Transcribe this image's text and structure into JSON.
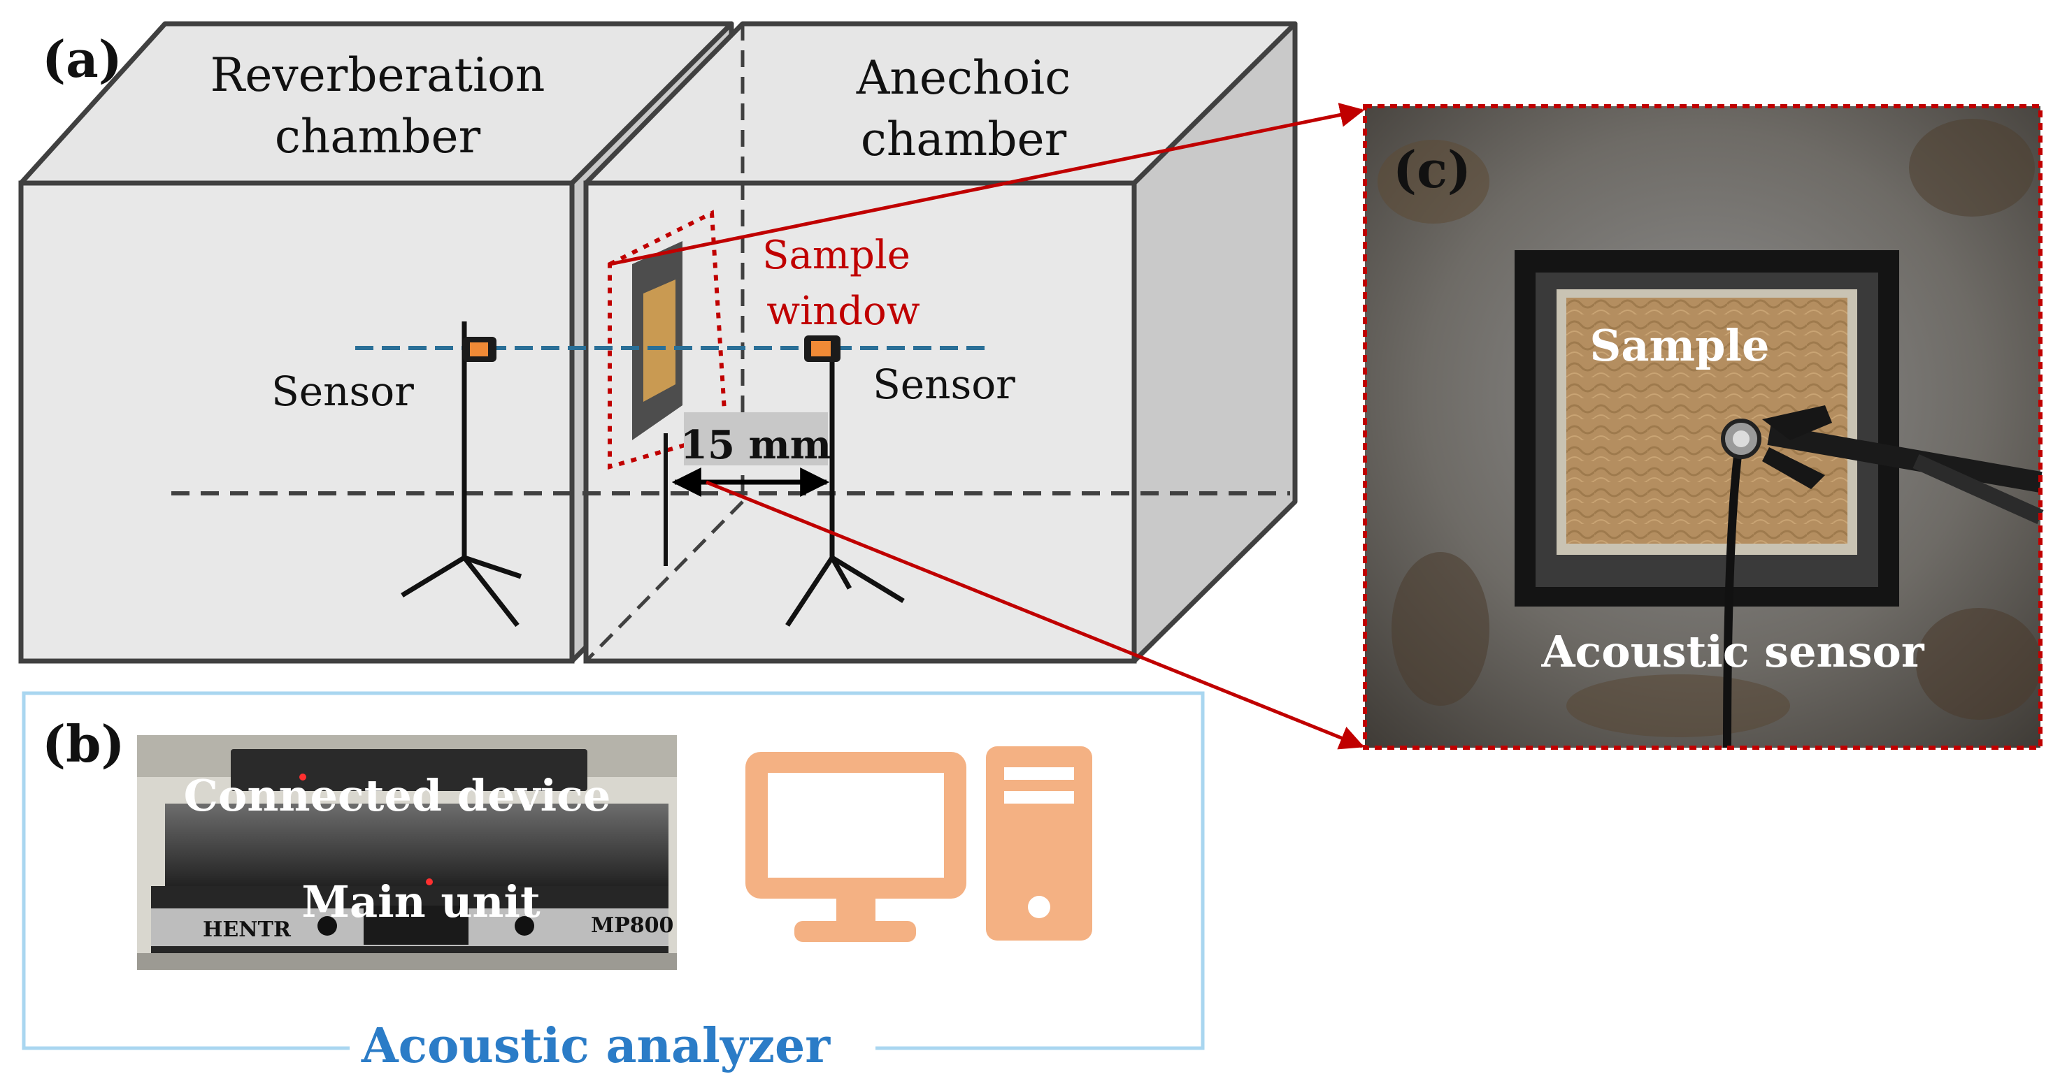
{
  "panels": {
    "a": {
      "letter": "(a)",
      "reverberation_line1": "Reverberation",
      "reverberation_line2": "chamber",
      "anechoic_line1": "Anechoic",
      "anechoic_line2": "chamber",
      "sensor_left": "Sensor",
      "sensor_right": "Sensor",
      "sample_window_line1": "Sample",
      "sample_window_line2": "window",
      "distance": "15 mm"
    },
    "b": {
      "letter": "(b)",
      "connected_device": "Connected device",
      "main_unit": "Main unit",
      "analyzer": "Acoustic analyzer",
      "brand": "HENTR",
      "model": "MP800"
    },
    "c": {
      "letter": "(c)",
      "sample": "Sample",
      "acoustic_sensor": "Acoustic sensor"
    }
  },
  "colors": {
    "chamber_fill": "#e8e8e8",
    "chamber_side": "#c8c8c8",
    "chamber_stroke": "#404040",
    "sensor_line": "#2a6f97",
    "sample_red": "#c00000",
    "computer": "#f4b183",
    "analyzer_border": "#a9d6f0",
    "analyzer_text": "#2b7cc7",
    "sample_tan": "#b8925a"
  },
  "icons": [
    "computer-icon",
    "sensor-icon",
    "tripod-icon"
  ]
}
